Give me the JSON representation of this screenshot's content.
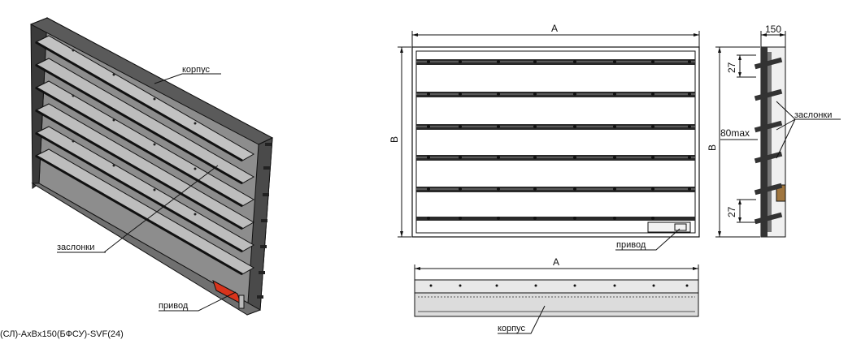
{
  "labels": {
    "korpus": "корпус",
    "zaslonki": "заслонки",
    "privod": "привод",
    "dim_A": "A",
    "dim_B": "B",
    "dim_150": "150",
    "dim_27": "27",
    "dim_80max": "80max"
  },
  "caption": "(СЛ)-AxBx150(БФСУ)-SVF(24)",
  "colors": {
    "line": "#111111",
    "body_gray": "#9a9a9a",
    "blade_gray": "#b8b8b8",
    "actuator": "#d9341c",
    "side_dark": "#3a3a3a"
  }
}
